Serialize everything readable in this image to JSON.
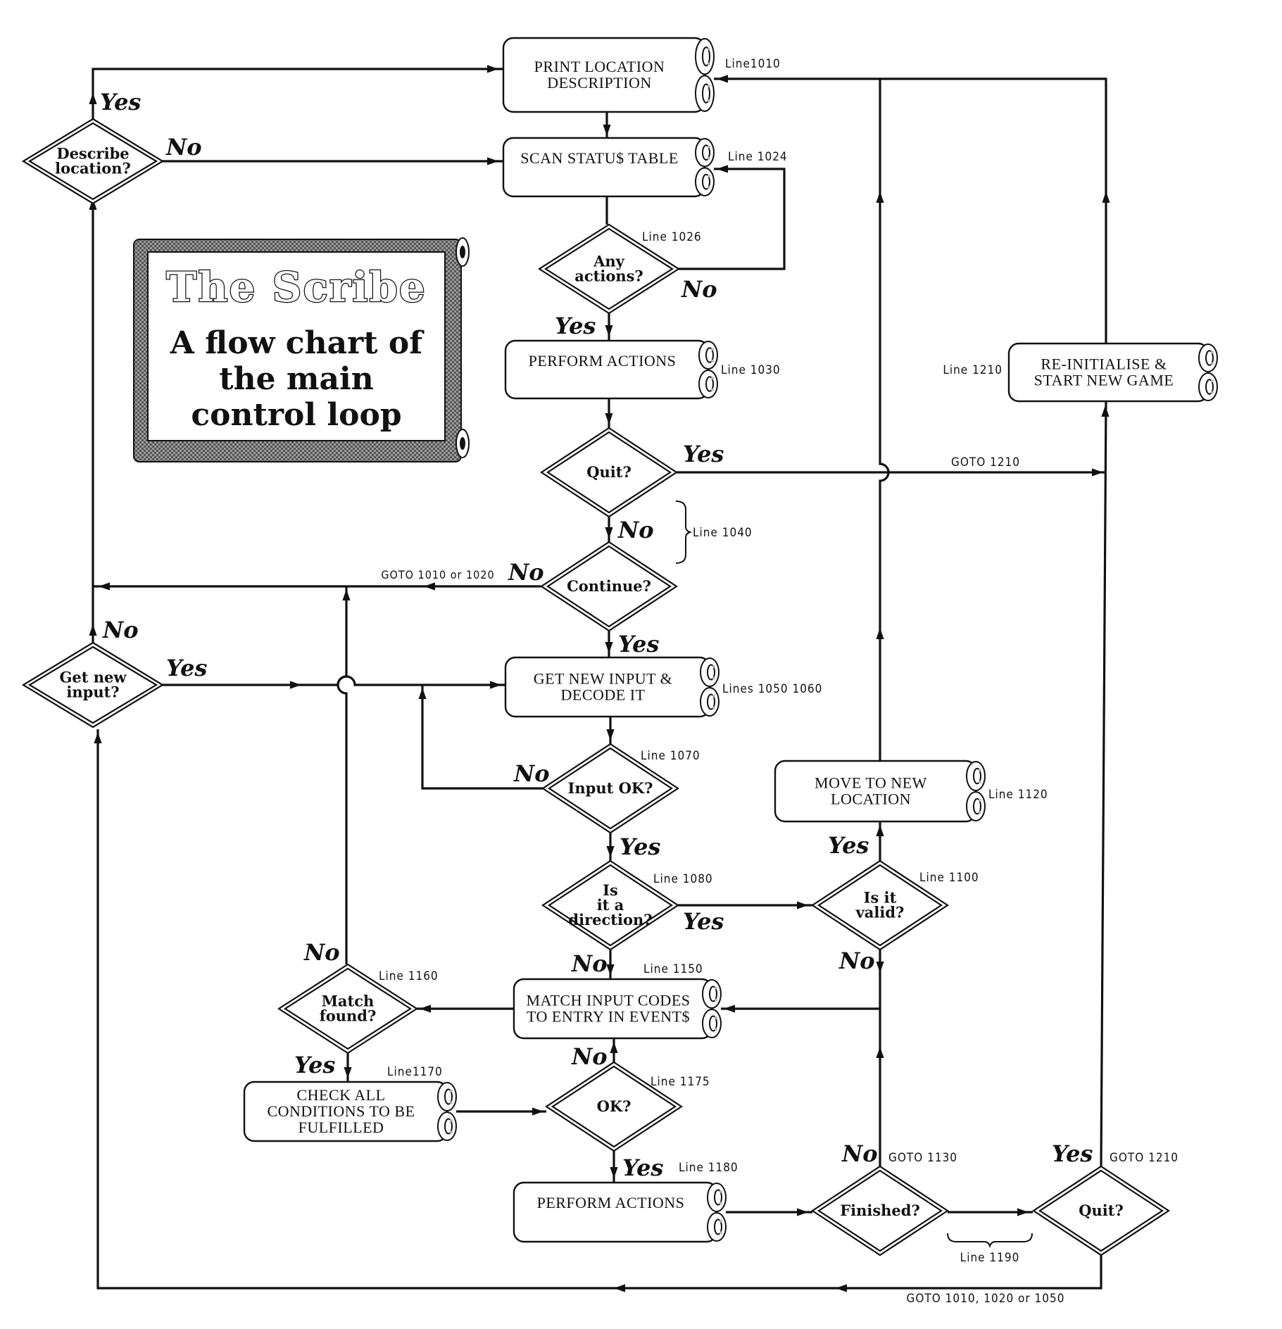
{
  "title_card": {
    "name": "The Scribe",
    "subtitle_lines": [
      "A flow chart of",
      "the main",
      "control loop"
    ]
  },
  "process_boxes": [
    {
      "id": "print_location",
      "lines": [
        "PRINT LOCATION",
        "DESCRIPTION"
      ],
      "ref": "Line1010"
    },
    {
      "id": "scan_status",
      "lines": [
        "SCAN STATU$ TABLE"
      ],
      "ref": "Line 1024"
    },
    {
      "id": "perform_actions_1",
      "lines": [
        "PERFORM ACTIONS"
      ],
      "ref": "Line 1030"
    },
    {
      "id": "reinitialise",
      "lines": [
        "RE-INITIALISE &",
        "START NEW GAME"
      ],
      "ref": "Line 1210"
    },
    {
      "id": "get_new_input",
      "lines": [
        "GET NEW INPUT &",
        "DECODE IT"
      ],
      "ref": "Lines 1050 1060"
    },
    {
      "id": "move_location",
      "lines": [
        "MOVE TO NEW",
        "LOCATION"
      ],
      "ref": "Line 1120"
    },
    {
      "id": "match_codes",
      "lines": [
        "MATCH INPUT CODES",
        "TO ENTRY IN EVENT$"
      ],
      "ref": "Line 1150"
    },
    {
      "id": "check_conditions",
      "lines": [
        "CHECK ALL",
        "CONDITIONS TO BE",
        "FULFILLED"
      ],
      "ref": "Line1170"
    },
    {
      "id": "perform_actions_2",
      "lines": [
        "PERFORM ACTIONS"
      ],
      "ref": "Line 1180"
    }
  ],
  "decisions": [
    {
      "id": "describe_location",
      "lines": [
        "Describe",
        "location?"
      ]
    },
    {
      "id": "any_actions",
      "lines": [
        "Any",
        "actions?"
      ],
      "ref": "Line 1026"
    },
    {
      "id": "quit_1",
      "lines": [
        "Quit?"
      ]
    },
    {
      "id": "continue",
      "lines": [
        "Continue?"
      ]
    },
    {
      "id": "get_new_input_q",
      "lines": [
        "Get new",
        "input?"
      ]
    },
    {
      "id": "input_ok",
      "lines": [
        "Input OK?"
      ],
      "ref": "Line 1070"
    },
    {
      "id": "is_direction",
      "lines": [
        "Is",
        "it a",
        "direction?"
      ],
      "ref": "Line 1080"
    },
    {
      "id": "is_valid",
      "lines": [
        "Is it",
        "valid?"
      ],
      "ref": "Line 1100"
    },
    {
      "id": "match_found",
      "lines": [
        "Match",
        "found?"
      ],
      "ref": "Line 1160"
    },
    {
      "id": "ok",
      "lines": [
        "OK?"
      ],
      "ref": "Line 1175"
    },
    {
      "id": "finished",
      "lines": [
        "Finished?"
      ]
    },
    {
      "id": "quit_2",
      "lines": [
        "Quit?"
      ]
    }
  ],
  "branch_labels": {
    "yes": "Yes",
    "no": "No"
  },
  "annotations": {
    "line_1040": "Line 1040",
    "line_1190": "Line 1190",
    "goto_1210_top": "GOTO 1210",
    "goto_1010_1020": "GOTO 1010 or 1020",
    "goto_1130": "GOTO 1130",
    "goto_1210_bottom": "GOTO 1210",
    "goto_bottom": "GOTO 1010, 1020 or 1050"
  }
}
